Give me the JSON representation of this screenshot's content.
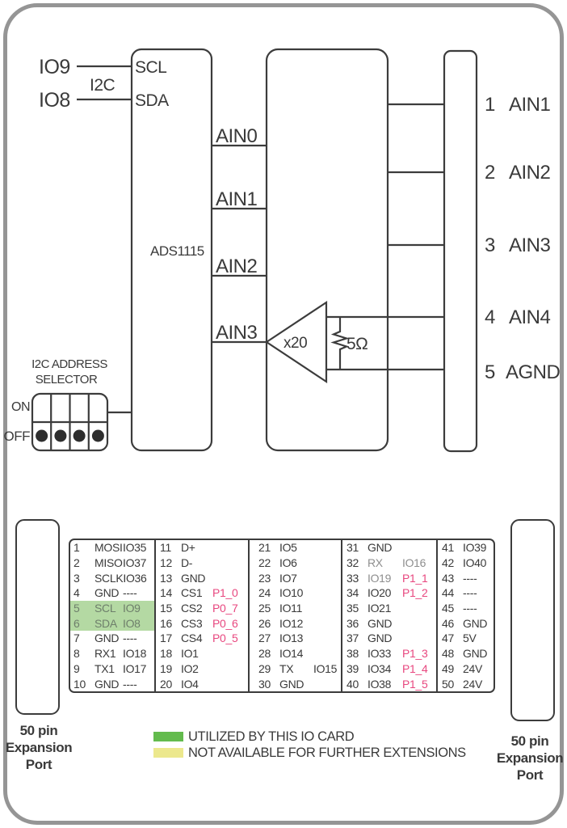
{
  "diagram": {
    "left_inputs": {
      "io9": "IO9",
      "bus": "I2C",
      "io8": "IO8"
    },
    "adc": {
      "name": "ADS1115",
      "scl": "SCL",
      "sda": "SDA",
      "channels": [
        "AIN0",
        "AIN1",
        "AIN2",
        "AIN3"
      ]
    },
    "amplifier": {
      "gain": "x20",
      "resistor": "5Ω"
    },
    "selector": {
      "title_line1": "I2C ADDRESS",
      "title_line2": "SELECTOR",
      "on": "ON",
      "off": "OFF"
    },
    "terminals": [
      {
        "num": "1",
        "label": "AIN1"
      },
      {
        "num": "2",
        "label": "AIN2"
      },
      {
        "num": "3",
        "label": "AIN3"
      },
      {
        "num": "4",
        "label": "AIN4"
      },
      {
        "num": "5",
        "label": "AGND"
      }
    ]
  },
  "pin_table": {
    "columns": [
      {
        "pins": [
          {
            "num": "1",
            "name": "MOSI",
            "io": "IO35"
          },
          {
            "num": "2",
            "name": "MISO",
            "io": "IO37"
          },
          {
            "num": "3",
            "name": "SCLK",
            "io": "IO36"
          },
          {
            "num": "4",
            "name": "GND",
            "io": "----"
          },
          {
            "num": "5",
            "name": "SCL",
            "io": "IO9",
            "hl": true
          },
          {
            "num": "6",
            "name": "SDA",
            "io": "IO8",
            "hl": true
          },
          {
            "num": "7",
            "name": "GND",
            "io": "----"
          },
          {
            "num": "8",
            "name": "RX1",
            "io": "IO18"
          },
          {
            "num": "9",
            "name": "TX1",
            "io": "IO17"
          },
          {
            "num": "10",
            "name": "GND",
            "io": "----"
          }
        ]
      },
      {
        "pins": [
          {
            "num": "11",
            "name": "D+",
            "io": ""
          },
          {
            "num": "12",
            "name": "D-",
            "io": ""
          },
          {
            "num": "13",
            "name": "GND",
            "io": ""
          },
          {
            "num": "14",
            "name": "CS1",
            "io": "P1_0",
            "io_pink": true
          },
          {
            "num": "15",
            "name": "CS2",
            "io": "P0_7",
            "io_pink": true
          },
          {
            "num": "16",
            "name": "CS3",
            "io": "P0_6",
            "io_pink": true
          },
          {
            "num": "17",
            "name": "CS4",
            "io": "P0_5",
            "io_pink": true
          },
          {
            "num": "18",
            "name": "IO1",
            "io": ""
          },
          {
            "num": "19",
            "name": "IO2",
            "io": ""
          },
          {
            "num": "20",
            "name": "IO4",
            "io": ""
          }
        ]
      },
      {
        "pins": [
          {
            "num": "21",
            "name": "IO5",
            "io": ""
          },
          {
            "num": "22",
            "name": "IO6",
            "io": ""
          },
          {
            "num": "23",
            "name": "IO7",
            "io": ""
          },
          {
            "num": "24",
            "name": "IO10",
            "io": ""
          },
          {
            "num": "25",
            "name": "IO11",
            "io": ""
          },
          {
            "num": "26",
            "name": "IO12",
            "io": ""
          },
          {
            "num": "27",
            "name": "IO13",
            "io": ""
          },
          {
            "num": "28",
            "name": "IO14",
            "io": ""
          },
          {
            "num": "29",
            "name": "TX",
            "io": "IO15"
          },
          {
            "num": "30",
            "name": "GND",
            "io": ""
          }
        ]
      },
      {
        "pins": [
          {
            "num": "31",
            "name": "GND",
            "io": ""
          },
          {
            "num": "32",
            "name": "RX",
            "io": "IO16",
            "name_muted": true,
            "io_muted": true
          },
          {
            "num": "33",
            "name": "IO19",
            "io": "P1_1",
            "name_muted": true,
            "io_pink": true
          },
          {
            "num": "34",
            "name": "IO20",
            "io": "P1_2",
            "io_pink": true
          },
          {
            "num": "35",
            "name": "IO21",
            "io": ""
          },
          {
            "num": "36",
            "name": "GND",
            "io": ""
          },
          {
            "num": "37",
            "name": "GND",
            "io": ""
          },
          {
            "num": "38",
            "name": "IO33",
            "io": "P1_3",
            "io_pink": true
          },
          {
            "num": "39",
            "name": "IO34",
            "io": "P1_4",
            "io_pink": true
          },
          {
            "num": "40",
            "name": "IO38",
            "io": "P1_5",
            "io_pink": true
          }
        ]
      },
      {
        "pins": [
          {
            "num": "41",
            "name": "IO39",
            "io": ""
          },
          {
            "num": "42",
            "name": "IO40",
            "io": ""
          },
          {
            "num": "43",
            "name": "----",
            "io": ""
          },
          {
            "num": "44",
            "name": "----",
            "io": ""
          },
          {
            "num": "45",
            "name": "----",
            "io": ""
          },
          {
            "num": "46",
            "name": "GND",
            "io": ""
          },
          {
            "num": "47",
            "name": "5V",
            "io": ""
          },
          {
            "num": "48",
            "name": "GND",
            "io": ""
          },
          {
            "num": "49",
            "name": "24V",
            "io": ""
          },
          {
            "num": "50",
            "name": "24V",
            "io": ""
          }
        ]
      }
    ]
  },
  "legend": [
    {
      "swatch": "#63bb4d",
      "label": "UTILIZED BY THIS IO CARD"
    },
    {
      "swatch": "#ece88d",
      "label": "NOT AVAILABLE FOR FURTHER EXTENSIONS"
    }
  ],
  "expansion_port_label": {
    "line1": "50 pin",
    "line2": "Expansion",
    "line3": "Port"
  },
  "colors": {
    "highlight_green": "#b4d9a3",
    "pink": "#e8477f",
    "muted": "#8e8e8e",
    "line": "#3c3c3c",
    "frame": "#959595"
  }
}
